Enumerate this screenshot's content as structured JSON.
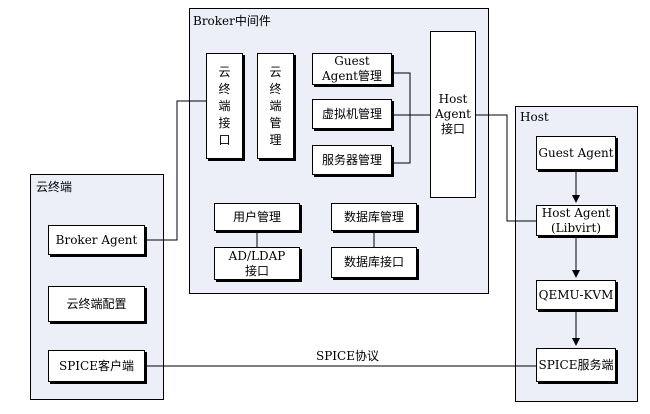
{
  "cloud_terminal": {
    "title": "云终端",
    "broker_agent": "Broker Agent",
    "config": "云终端配置",
    "spice_client": "SPICE客户端"
  },
  "broker": {
    "title": "Broker中间件",
    "terminal_interface": "云终端接口",
    "terminal_manage": "云终端管理",
    "guest_agent_manage": "Guest\nAgent管理",
    "vm_manage": "虚拟机管理",
    "server_manage": "服务器管理",
    "host_agent_interface": "Host\nAgent\n接口",
    "user_manage": "用户管理",
    "ad_ldap": "AD/LDAP\n接口",
    "db_manage": "数据库管理",
    "db_interface": "数据库接口"
  },
  "host": {
    "title": "Host",
    "guest_agent": "Guest Agent",
    "host_agent": "Host Agent\n(Libvirt)",
    "qemu_kvm": "QEMU-KVM",
    "spice_server": "SPICE服务端"
  },
  "spice_protocol": "SPICE协议"
}
